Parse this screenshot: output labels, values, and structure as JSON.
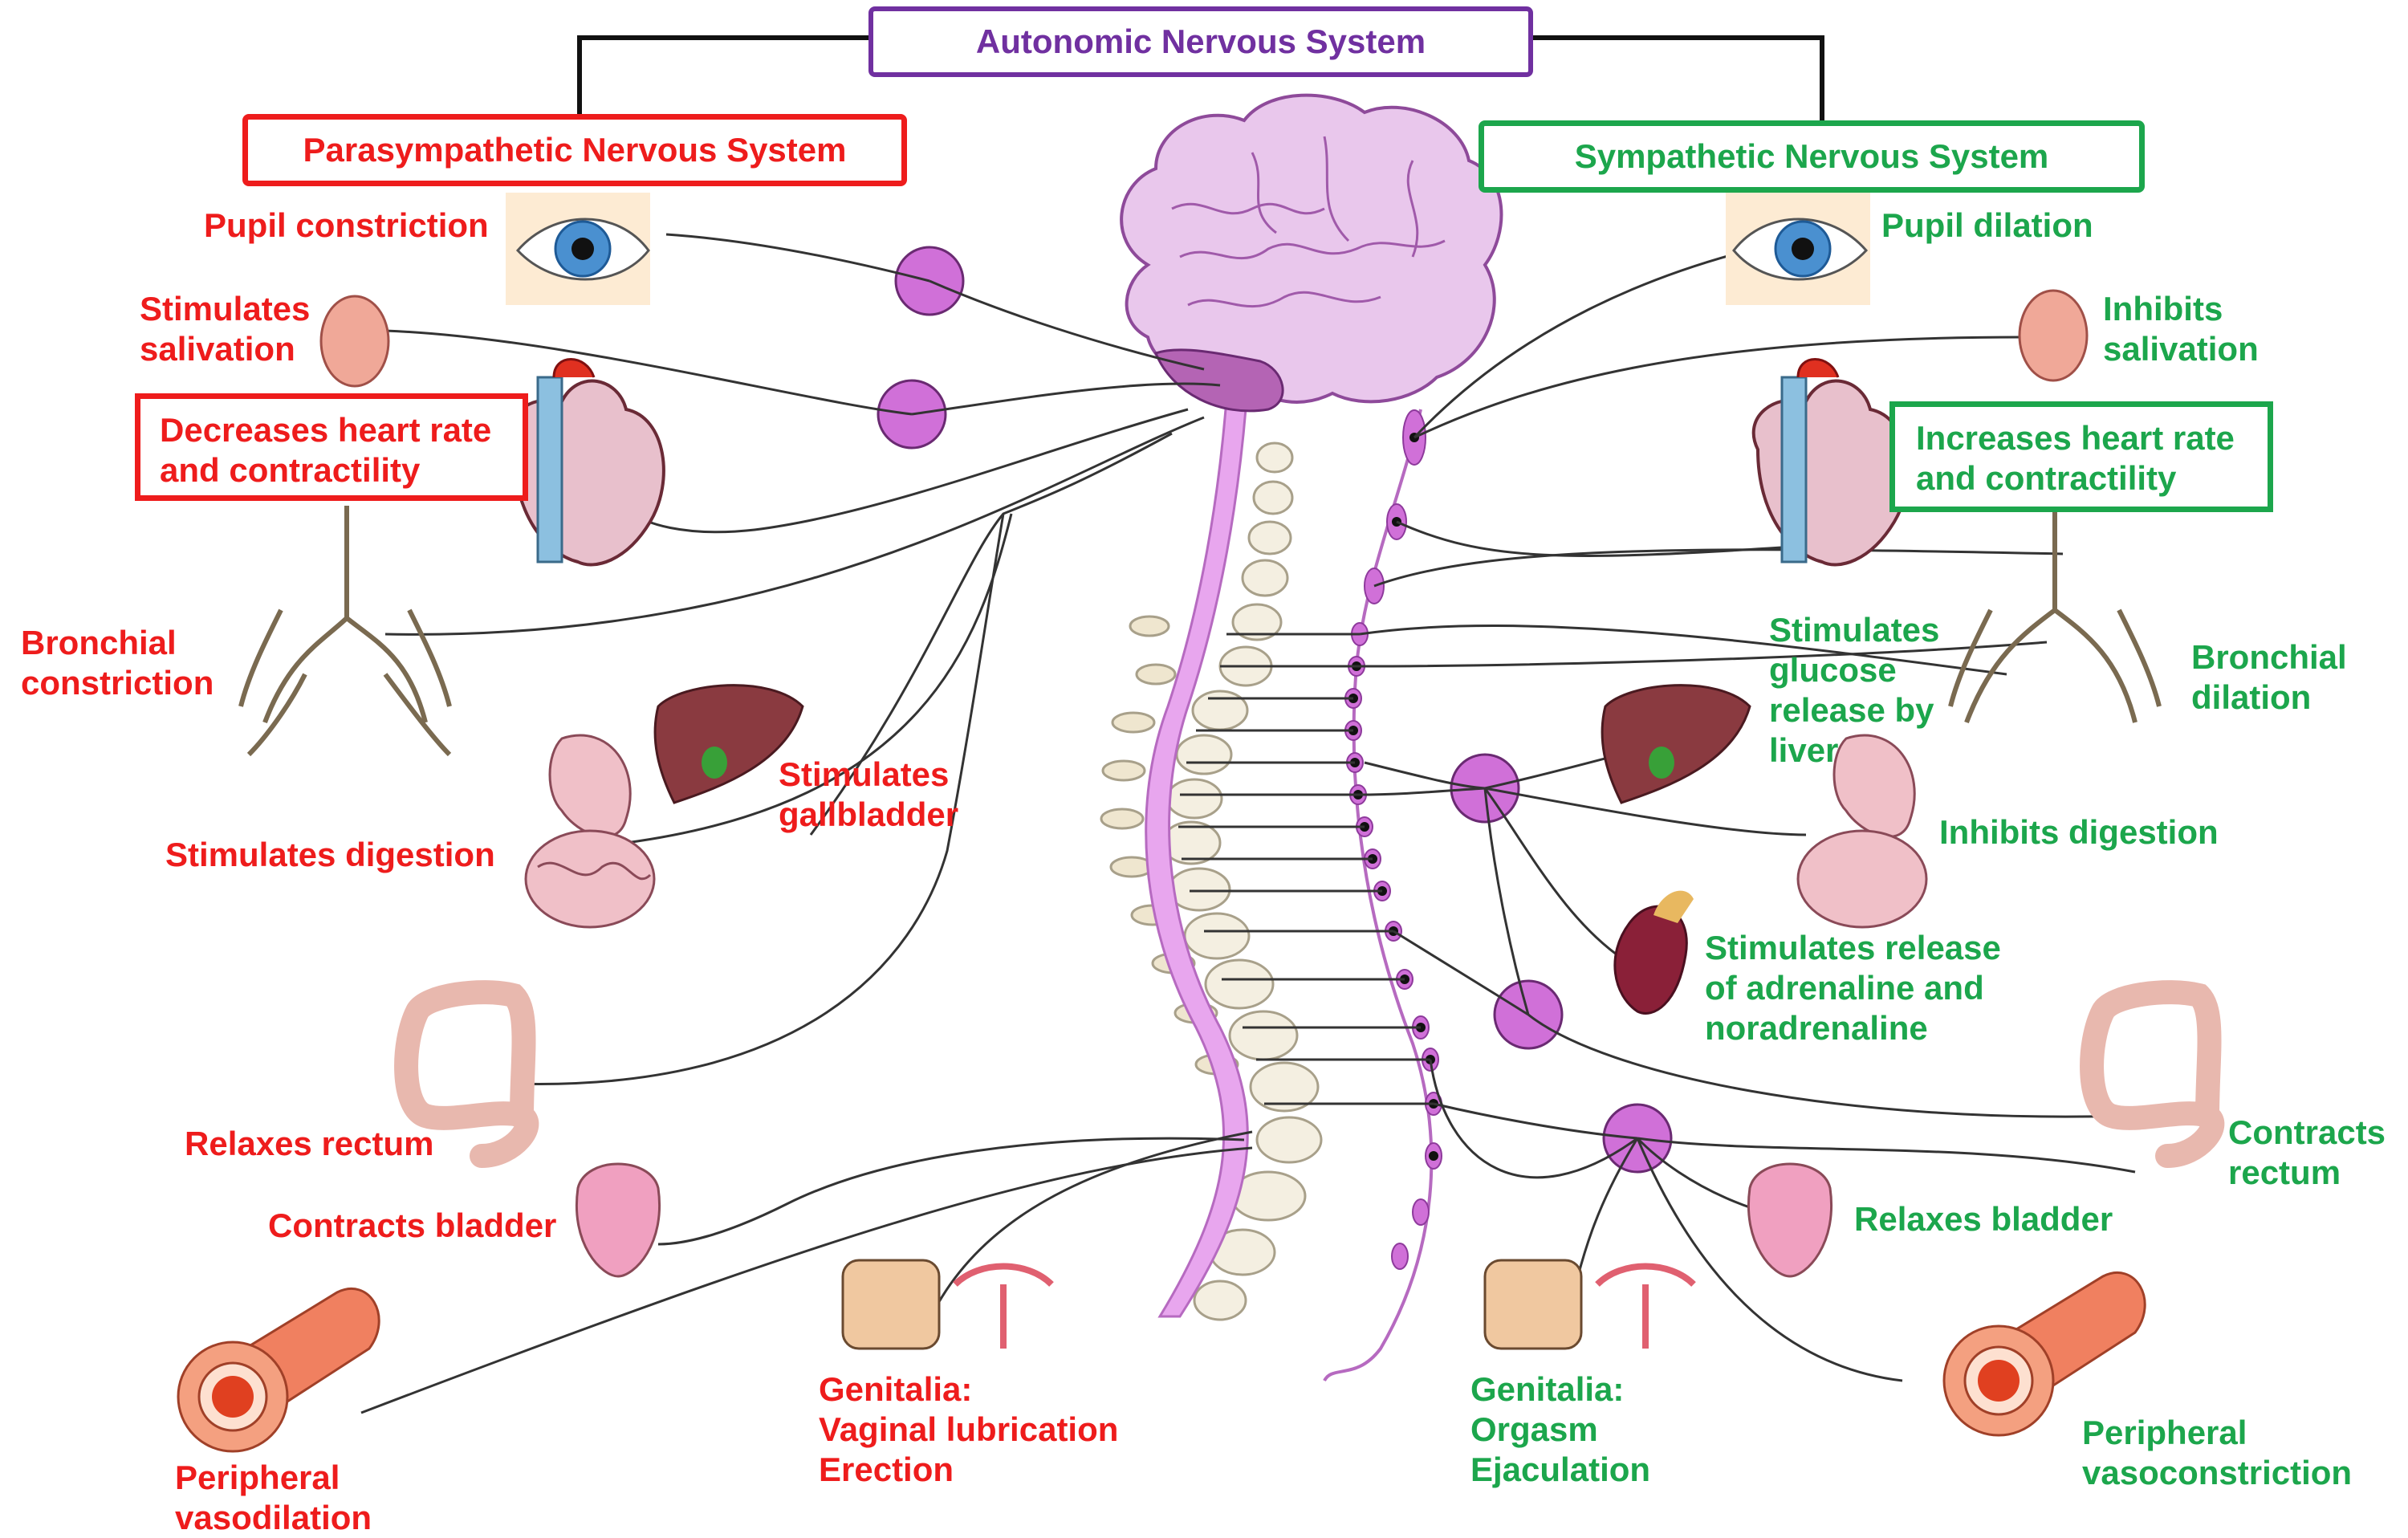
{
  "title": "Autonomic Nervous System",
  "parasympathetic": {
    "header": "Parasympathetic Nervous System",
    "color": "#ee1c1c",
    "effects": {
      "pupil": "Pupil constriction",
      "salivation": "Stimulates\nsalivation",
      "heart": "Decreases heart rate\nand contractility",
      "bronchial": "Bronchial\nconstriction",
      "digestion": "Stimulates digestion",
      "gallbladder": "Stimulates\ngallbladder",
      "rectum": "Relaxes rectum",
      "bladder": "Contracts bladder",
      "genitalia": "Genitalia:\nVaginal lubrication\nErection",
      "vessels": "Peripheral\nvasodilation"
    }
  },
  "sympathetic": {
    "header": "Sympathetic Nervous System",
    "color": "#1ca64c",
    "effects": {
      "pupil": "Pupil dilation",
      "salivation": "Inhibits\nsalivation",
      "heart": "Increases heart rate\nand contractility",
      "glucose": "Stimulates\nglucose\nrelease by\nliver",
      "bronchial": "Bronchial\ndilation",
      "digestion": "Inhibits digestion",
      "adrenaline": "Stimulates release\nof adrenaline and\nnoradrenaline",
      "rectum": "Contracts\nrectum",
      "bladder": "Relaxes bladder",
      "genitalia": "Genitalia:\nOrgasm\nEjaculation",
      "vessels": "Peripheral\nvasoconstriction"
    }
  },
  "colors": {
    "title_border": "#7030a0",
    "title_text": "#7030a0",
    "ganglion": "#d070d8",
    "spinal_cord": "#e8a6ee",
    "brain": "#e9c7ec",
    "organ_pink": "#f0c0c8",
    "liver": "#8a3a40",
    "vessel": "#f08060"
  }
}
